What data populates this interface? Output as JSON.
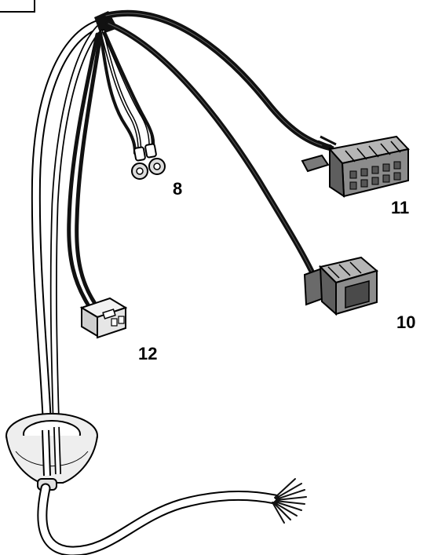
{
  "diagram": {
    "labels": {
      "ring_terminals": "8",
      "connector_11": "11",
      "connector_10": "10",
      "connector_12": "12"
    },
    "colors": {
      "outline": "#000000",
      "cable_fill": "#ffffff",
      "black_wire": "#111111",
      "connector_grey": "#8c8c8c",
      "connector_grey_light": "#b5b5b5",
      "connector_grey_dark": "#5e5e5e",
      "plug_fill": "#e6e6e6",
      "grommet_fill": "#eeeeee",
      "terminal_ring": "#dddddd"
    }
  }
}
